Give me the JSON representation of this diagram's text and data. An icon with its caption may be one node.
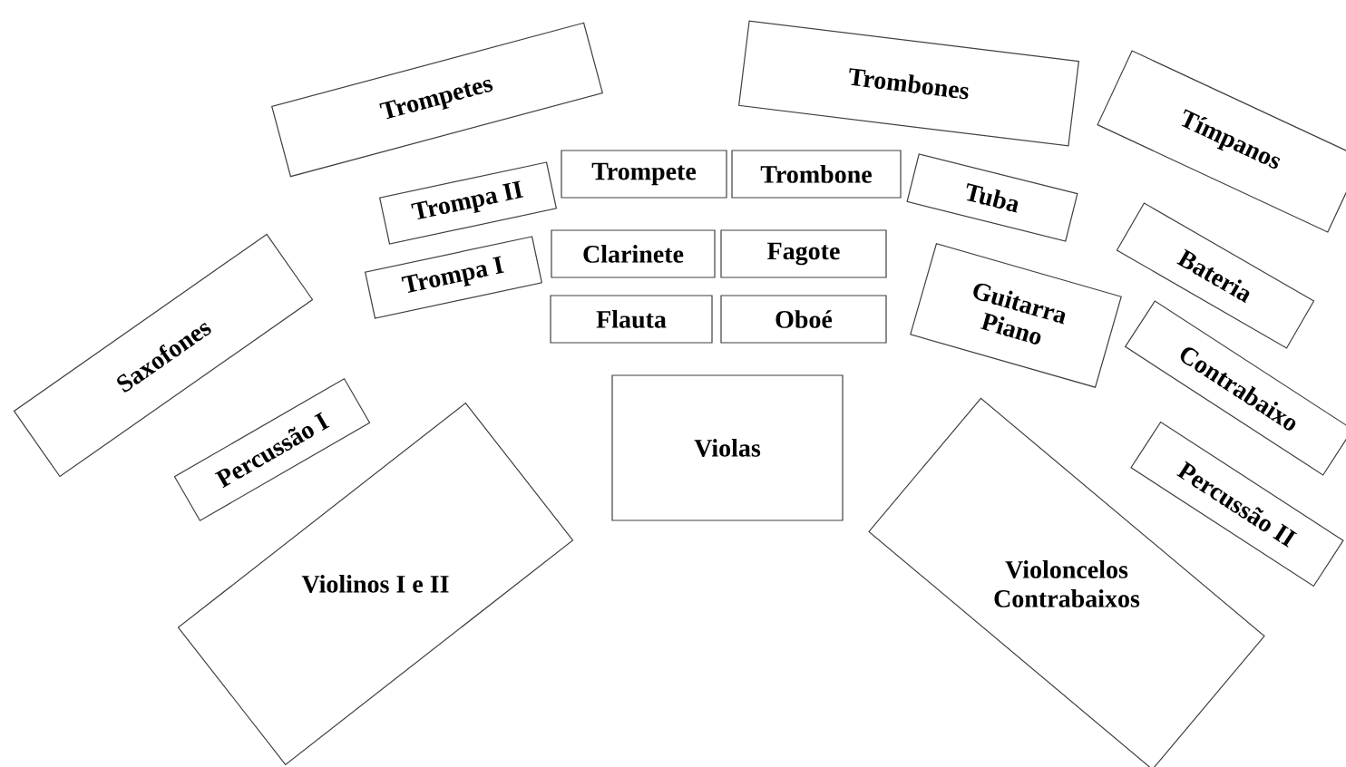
{
  "diagram": {
    "nodes": [
      {
        "text": [
          "Trompetes"
        ]
      },
      {
        "text": [
          "Trombones"
        ]
      },
      {
        "text": [
          "Tímpanos"
        ]
      },
      {
        "text": [
          "Trompa II"
        ]
      },
      {
        "text": [
          "Trompete"
        ]
      },
      {
        "text": [
          "Trombone"
        ]
      },
      {
        "text": [
          "Tuba"
        ]
      },
      {
        "text": [
          "Trompa I"
        ]
      },
      {
        "text": [
          "Clarinete"
        ]
      },
      {
        "text": [
          "Fagote"
        ]
      },
      {
        "text": [
          "Flauta"
        ]
      },
      {
        "text": [
          "Oboé"
        ]
      },
      {
        "text": [
          "Guitarra Piano"
        ]
      },
      {
        "text": [
          "Bateria"
        ]
      },
      {
        "text": [
          "Saxofones"
        ]
      },
      {
        "text": [
          "Violas"
        ]
      },
      {
        "text": [
          "Contrabaixo"
        ]
      },
      {
        "text": [
          "Percussão I"
        ]
      },
      {
        "text": [
          "Percussão II"
        ]
      },
      {
        "text": [
          "Violinos I e II"
        ]
      },
      {
        "text": [
          "Violoncelos Contrabaixos"
        ]
      }
    ]
  }
}
